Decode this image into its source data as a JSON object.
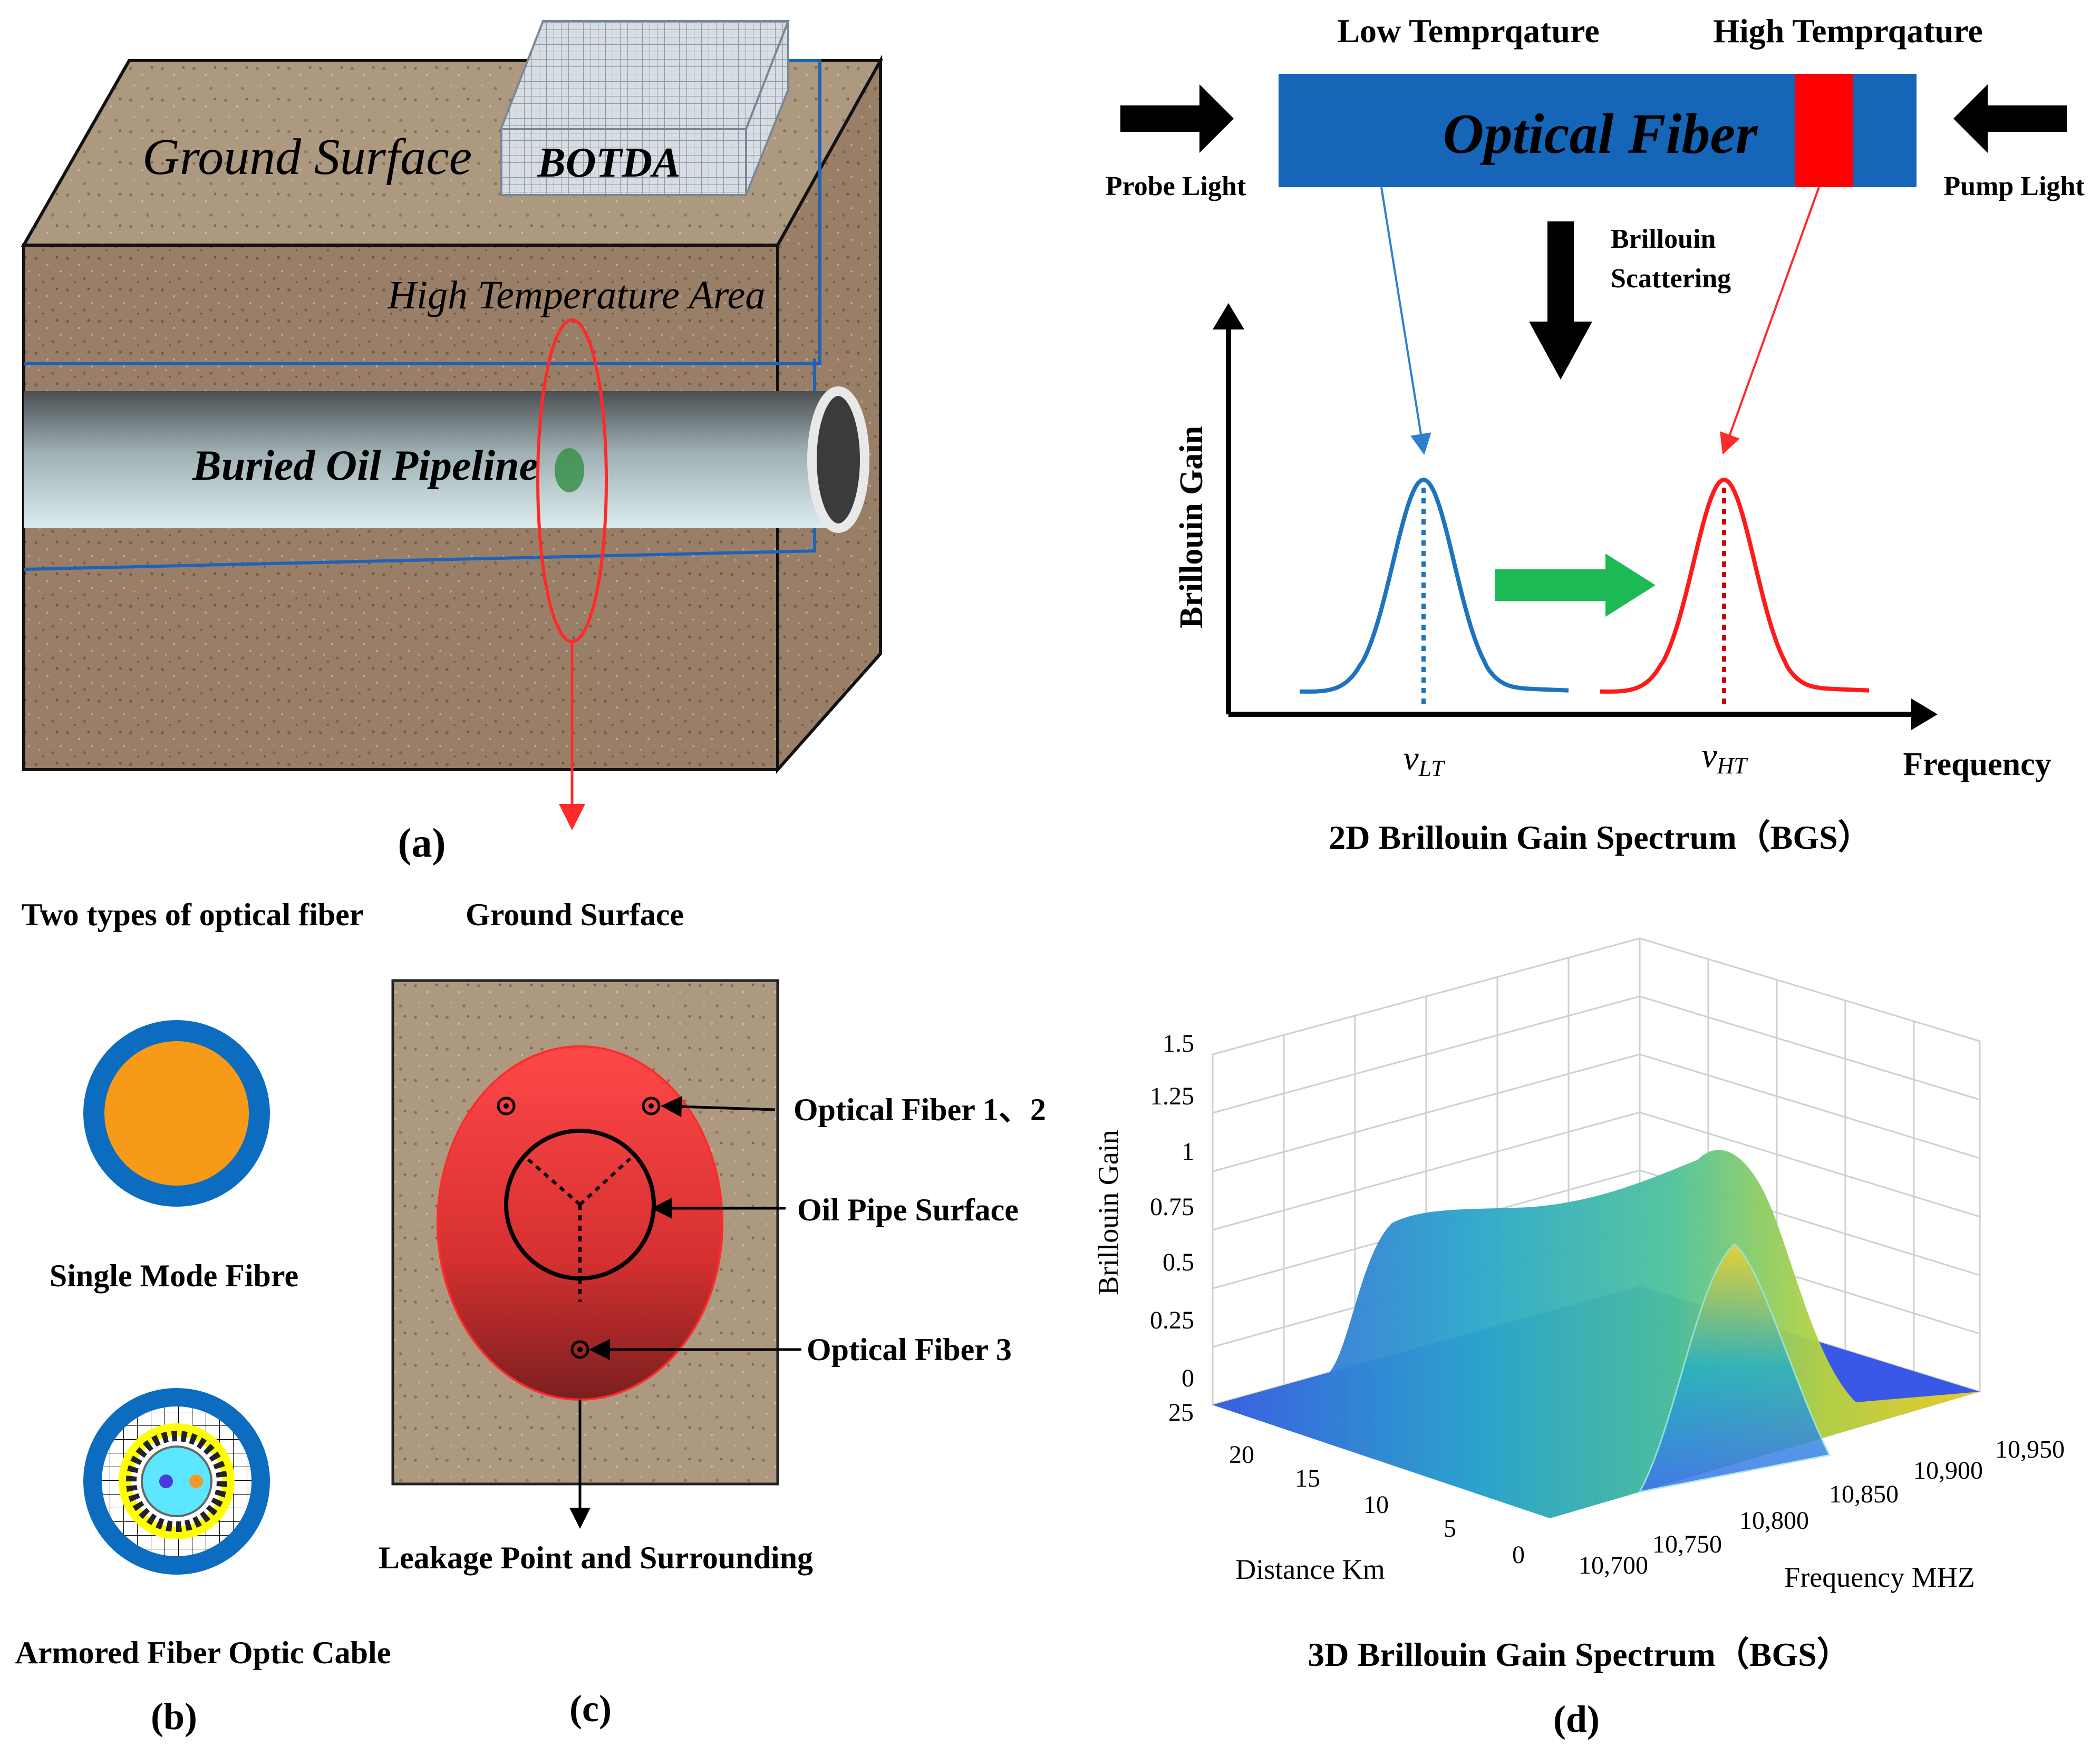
{
  "panel_a": {
    "label": "(a)",
    "ground_surface": "Ground Surface",
    "botda": "BOTDA",
    "high_temp_area": "High Temperature Area",
    "pipeline": "Buried Oil Pipeline"
  },
  "panel_top_right": {
    "low_temp": "Low Temprqature",
    "high_temp": "High Temprqature",
    "fiber": "Optical Fiber",
    "probe": "Probe Light",
    "pump": "Pump Light",
    "scattering_line1": "Brillouin",
    "scattering_line2": "Scattering",
    "y_axis": "Brillouin Gain",
    "x_axis": "Frequency",
    "v_lt": "v",
    "v_lt_sub": "LT",
    "v_ht": "v",
    "v_ht_sub": "HT",
    "caption": "2D Brillouin Gain Spectrum（BGS）",
    "colors": {
      "fiber_blue": "#1565b8",
      "hot_red": "#ff0000",
      "title_blue": "#1e73be",
      "fiber_text": "#ffff00",
      "green_arrow": "#1db954"
    }
  },
  "panel_b": {
    "label": "(b)",
    "title": "Two types of optical  fiber",
    "single_mode": "Single Mode Fibre",
    "armored": "Armored Fiber Optic Cable"
  },
  "panel_c": {
    "label": "(c)",
    "ground": "Ground Surface",
    "fiber12": "Optical Fiber 1、2",
    "pipe_surface": "Oil Pipe Surface",
    "fiber3": "Optical Fiber 3",
    "leakage": "Leakage Point and Surrounding"
  },
  "panel_d": {
    "label": "(d)",
    "caption": "3D Brillouin Gain Spectrum（BGS）",
    "z_label": "Brillouin Gain",
    "x_label": "Distance  Km",
    "y_label": "Frequency  MHZ",
    "z_ticks": [
      "0",
      "0.25",
      "0.5",
      "0.75",
      "1",
      "1.25",
      "1.5"
    ],
    "dist_ticks": [
      "0",
      "5",
      "10",
      "15",
      "20",
      "25"
    ],
    "freq_ticks": [
      "10,700",
      "10,750",
      "10,800",
      "10,850",
      "10,900",
      "10,950"
    ]
  },
  "chart_data": {
    "type": "area",
    "z_range": [
      0,
      1.5
    ],
    "distance_range_km": [
      0,
      25
    ],
    "frequency_range_mhz": [
      10700,
      10950
    ],
    "grid": true
  }
}
